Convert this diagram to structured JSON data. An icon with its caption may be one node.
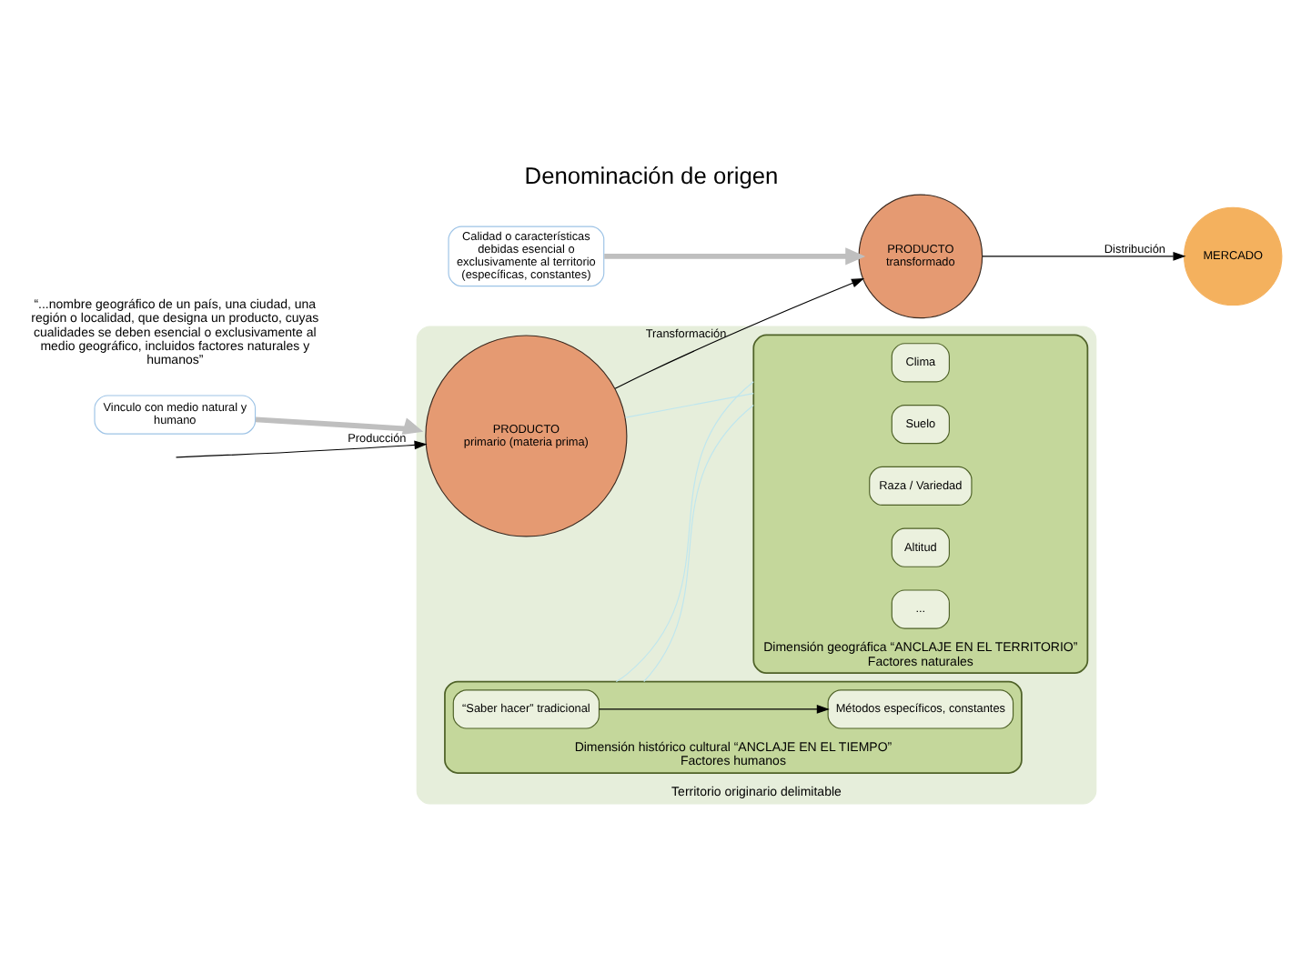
{
  "diagram": {
    "title": "Denominación de origen",
    "nodes": [
      {
        "text": [
          "Territorio originario delimitable"
        ]
      },
      {
        "text": [
          "Factores humanos"
        ],
        "in": 0,
        "beside": [
          "Dimensión histórico cultural “ANCLAJE EN EL TIEMPO”"
        ]
      },
      {
        "text": [
          "“Saber hacer” tradicional"
        ],
        "in": 1
      },
      {
        "text": [
          "Métodos específicos, constantes"
        ],
        "in": 1
      },
      {
        "text": [
          "PRODUCTO",
          "primario (materia prima)"
        ],
        "in": 0
      },
      {
        "text": [
          "PRODUCTO",
          "transformado"
        ]
      },
      {
        "text": [
          "Factores naturales"
        ],
        "in": 0,
        "beside": [
          "Dimensión geográfica “ANCLAJE EN EL TERRITORIO”"
        ]
      },
      {
        "text": [
          "Clima"
        ],
        "in": 6
      },
      {
        "text": [
          "Suelo"
        ],
        "in": 6
      },
      {
        "text": [
          "Raza / Variedad"
        ],
        "in": 6
      },
      {
        "text": [
          "Altitud"
        ],
        "in": 6
      },
      {
        "text": [
          "..."
        ],
        "in": 6
      },
      {
        "text": [
          "MERCADO"
        ]
      },
      {
        "text": [
          "Vinculo con medio natural y humano"
        ]
      },
      {
        "text": [
          "Calidad o características debidas esencial o exclusivamente al territorio (específicas, constantes)"
        ]
      }
    ],
    "edges": [
      {
        "from": null,
        "to": 4,
        "arrow": "to",
        "label": "Producción"
      },
      {
        "from": 2,
        "to": 3,
        "arrow": "to"
      },
      {
        "from": 4,
        "to": 5,
        "arrow": "to",
        "label": "Transformación"
      },
      {
        "from": 5,
        "to": 12,
        "arrow": "to",
        "label": "Distribución"
      },
      {
        "from": 13,
        "to": 0,
        "arrow": "to",
        "style": "thick",
        "color": "#bfbfbf"
      },
      {
        "from": 14,
        "to": 5,
        "arrow": "to",
        "style": "thick",
        "color": "#bfbfbf"
      },
      {
        "from": 1,
        "to": 6,
        "arrow": "none",
        "color": "#bfe6ee"
      },
      {
        "from": 4,
        "to": 6,
        "arrow": "none",
        "color": "#bfe6ee"
      },
      {
        "from": 1,
        "to": 6,
        "arrow": "none",
        "color": "#bfe6ee"
      }
    ],
    "labels": [
      "“...nombre geográfico de un país, una ciudad, una región o localidad, que designa un producto, cuyas cualidades se deben esencial o exclusivamente al medio geográfico, incluidos factores naturales y humanos”"
    ]
  }
}
